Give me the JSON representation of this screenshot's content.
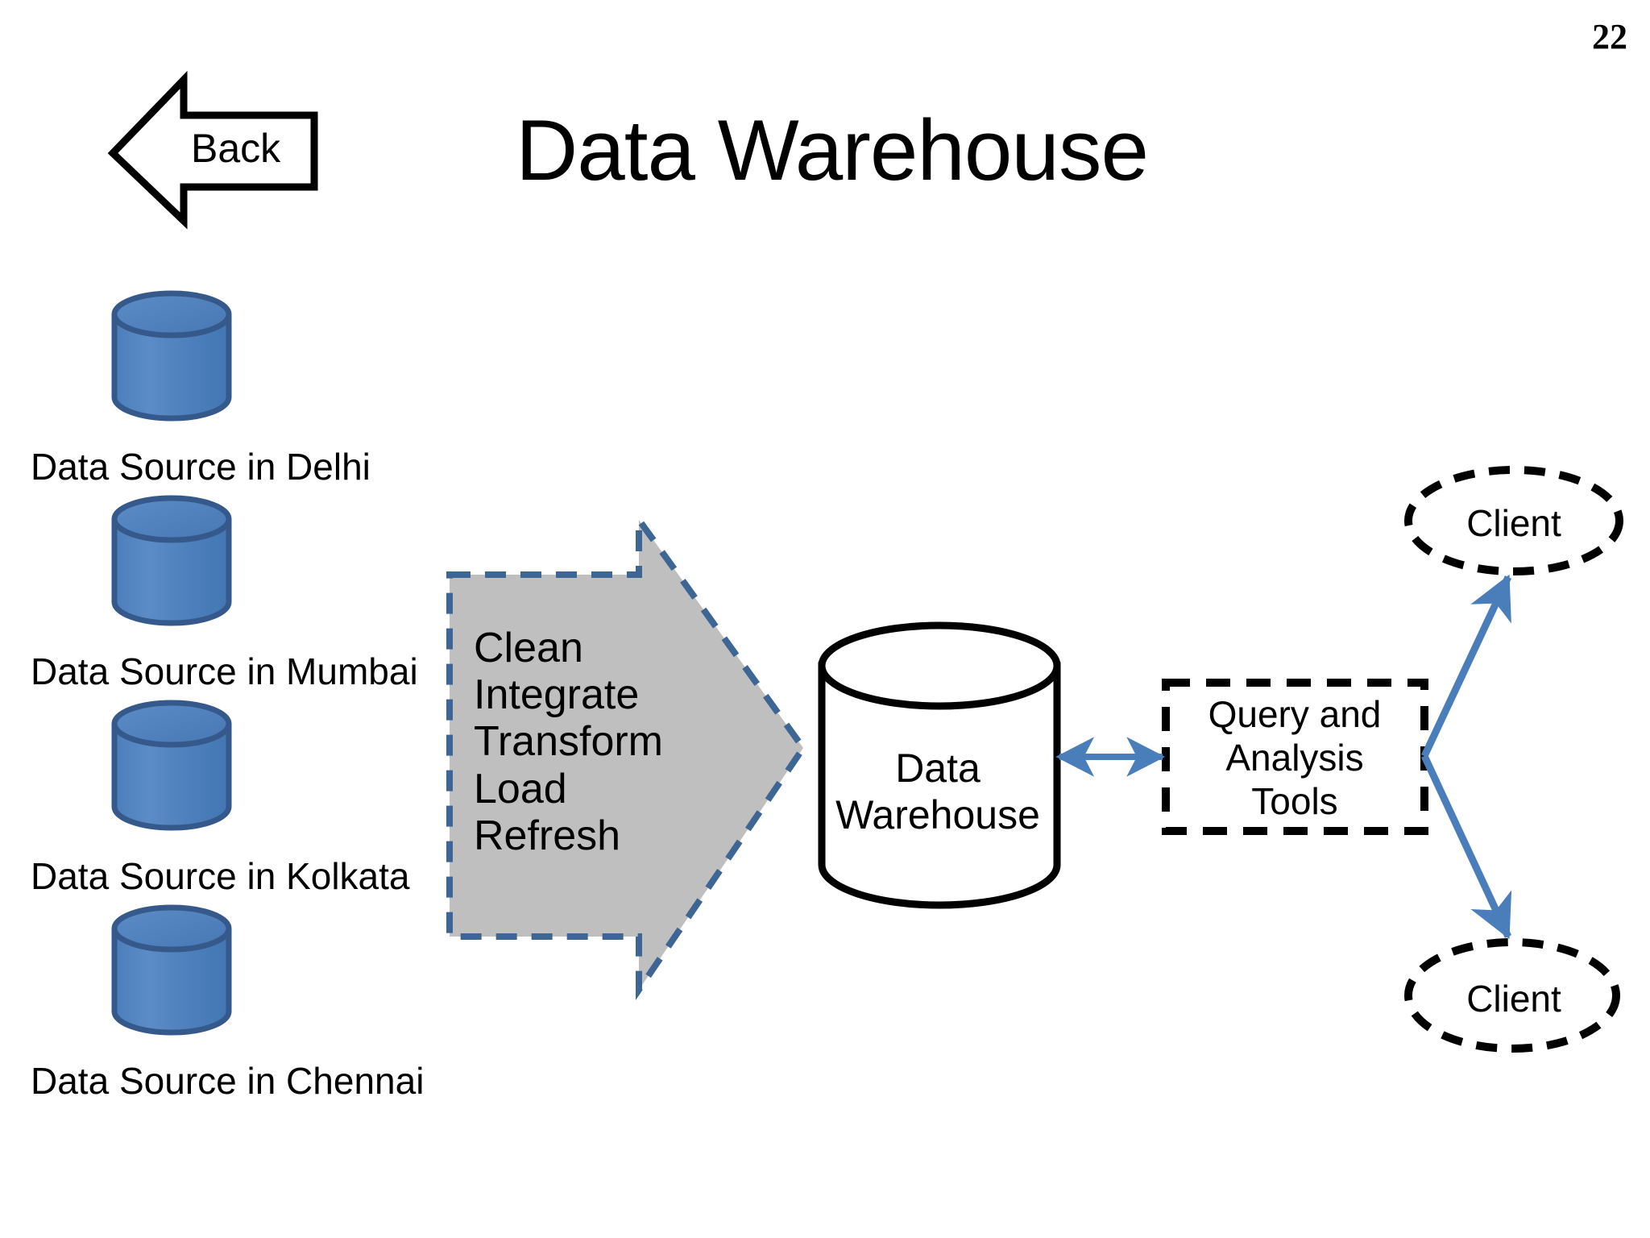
{
  "slide": {
    "page_number": "22",
    "title": "Data Warehouse",
    "background_color": "#ffffff"
  },
  "back_button": {
    "label": "Back",
    "icon": "left-arrow-icon",
    "fill_color": "#ffffff",
    "stroke_color": "#000000"
  },
  "data_sources": {
    "cylinder_fill_color": "#4F81BD",
    "cylinder_stroke_color": "#36598C",
    "items": [
      {
        "label": "Data Source in Delhi"
      },
      {
        "label": "Data Source in Mumbai"
      },
      {
        "label": "Data Source in Kolkata"
      },
      {
        "label": "Data Source in Chennai"
      }
    ]
  },
  "etl_arrow": {
    "fill_color": "#BFBFBF",
    "stroke_color": "#3E6694",
    "border_style": "dashed",
    "lines": [
      "Clean",
      "Integrate",
      "Transform",
      "Load",
      "Refresh"
    ]
  },
  "warehouse": {
    "lines": [
      "Data",
      "Warehouse"
    ],
    "fill_color": "#ffffff",
    "stroke_color": "#000000"
  },
  "query_tools": {
    "lines": [
      "Query and",
      "Analysis",
      "Tools"
    ],
    "fill_color": "#ffffff",
    "stroke_color": "#000000",
    "border_style": "dashed"
  },
  "clients": [
    {
      "label": "Client",
      "position": "top"
    },
    {
      "label": "Client",
      "position": "bottom"
    }
  ],
  "connectors": {
    "color": "#4A7EBB",
    "warehouse_to_query": "double-headed-arrow",
    "query_to_client_top": "arrow",
    "query_to_client_bottom": "arrow"
  }
}
